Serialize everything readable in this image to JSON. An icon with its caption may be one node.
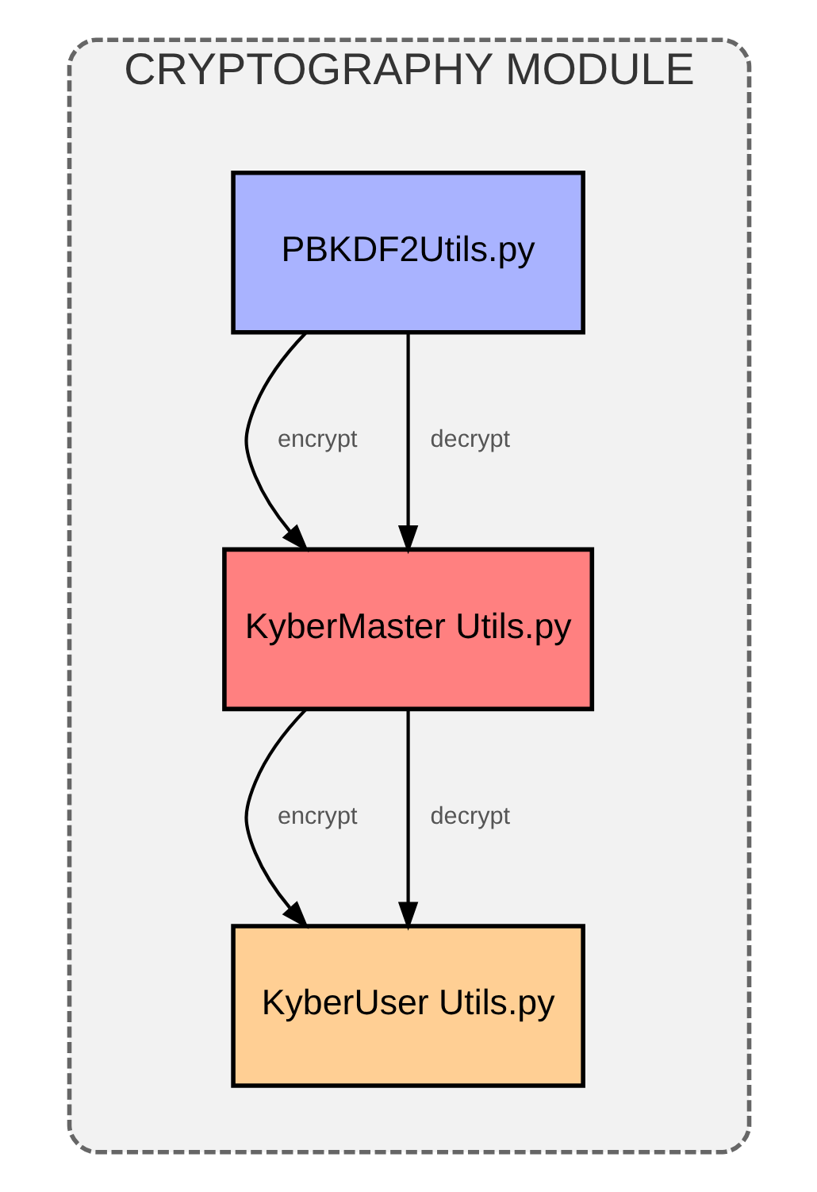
{
  "diagram": {
    "nodes": [
      {
        "text": [
          "CRYPTOGRAPHY MODULE"
        ]
      },
      {
        "text": [
          "PBKDF2Utils.py"
        ],
        "in": 0
      },
      {
        "text": [
          "KyberMaster Utils.py"
        ],
        "in": 0
      },
      {
        "text": [
          "KyberUser Utils.py"
        ],
        "in": 0
      }
    ],
    "edges": [
      {
        "from": 1,
        "to": 2,
        "arrow": "to",
        "label": "encrypt"
      },
      {
        "from": 1,
        "to": 2,
        "arrow": "to",
        "label": "decrypt"
      },
      {
        "from": 2,
        "to": 3,
        "arrow": "to",
        "label": "encrypt"
      },
      {
        "from": 2,
        "to": 3,
        "arrow": "to",
        "label": "decrypt"
      }
    ]
  }
}
